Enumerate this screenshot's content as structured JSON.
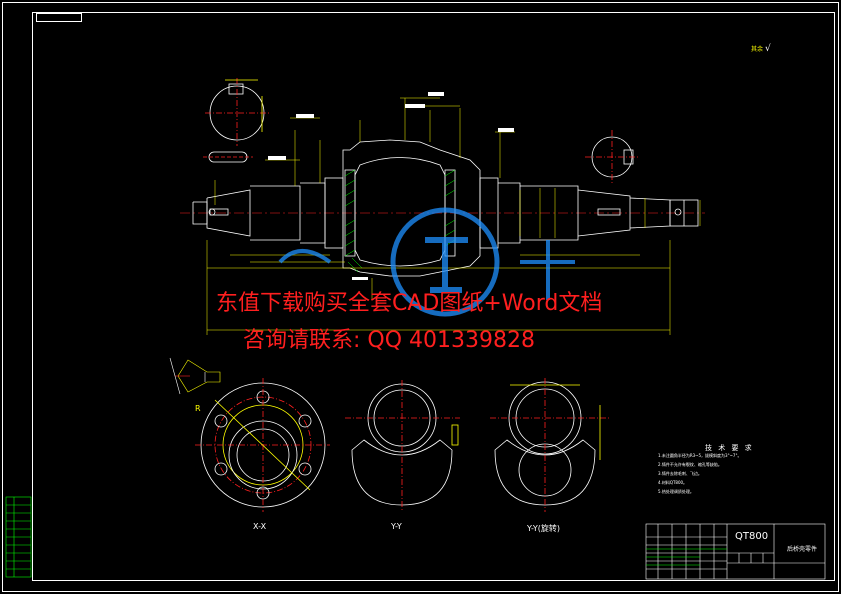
{
  "drawing": {
    "corner_roughness": "其余",
    "corner_check": "√",
    "watermark_line1": "东值下载购买全套CAD图纸+Word文档",
    "watermark_line2": "咨询请联系: QQ 401339828",
    "section_labels": {
      "xx": "X-X",
      "yy": "Y-Y",
      "yy_rot": "Y-Y(旋转)"
    },
    "detail_label": "R",
    "tech_requirements": {
      "title": "技 术 要 求",
      "lines": [
        "1.未注圆角半径为R3~5，拔模斜度为3°~7°。",
        "2.铸件不允许有裂纹、缩孔等缺陷。",
        "3.铸件去除毛刺、飞边。",
        "4.材料QT800。",
        "5.热处理调质处理。"
      ]
    },
    "title_block": {
      "material": "QT800",
      "part_name": "后桥壳零件"
    },
    "colors": {
      "background": "#000000",
      "frame": "#ffffff",
      "outline": "#ffffff",
      "dimension": "#ffff00",
      "centerline": "#ff2020",
      "hatch": "#00ff00",
      "watermark": "#ff1f1f",
      "logo": "#1e90ff"
    }
  }
}
